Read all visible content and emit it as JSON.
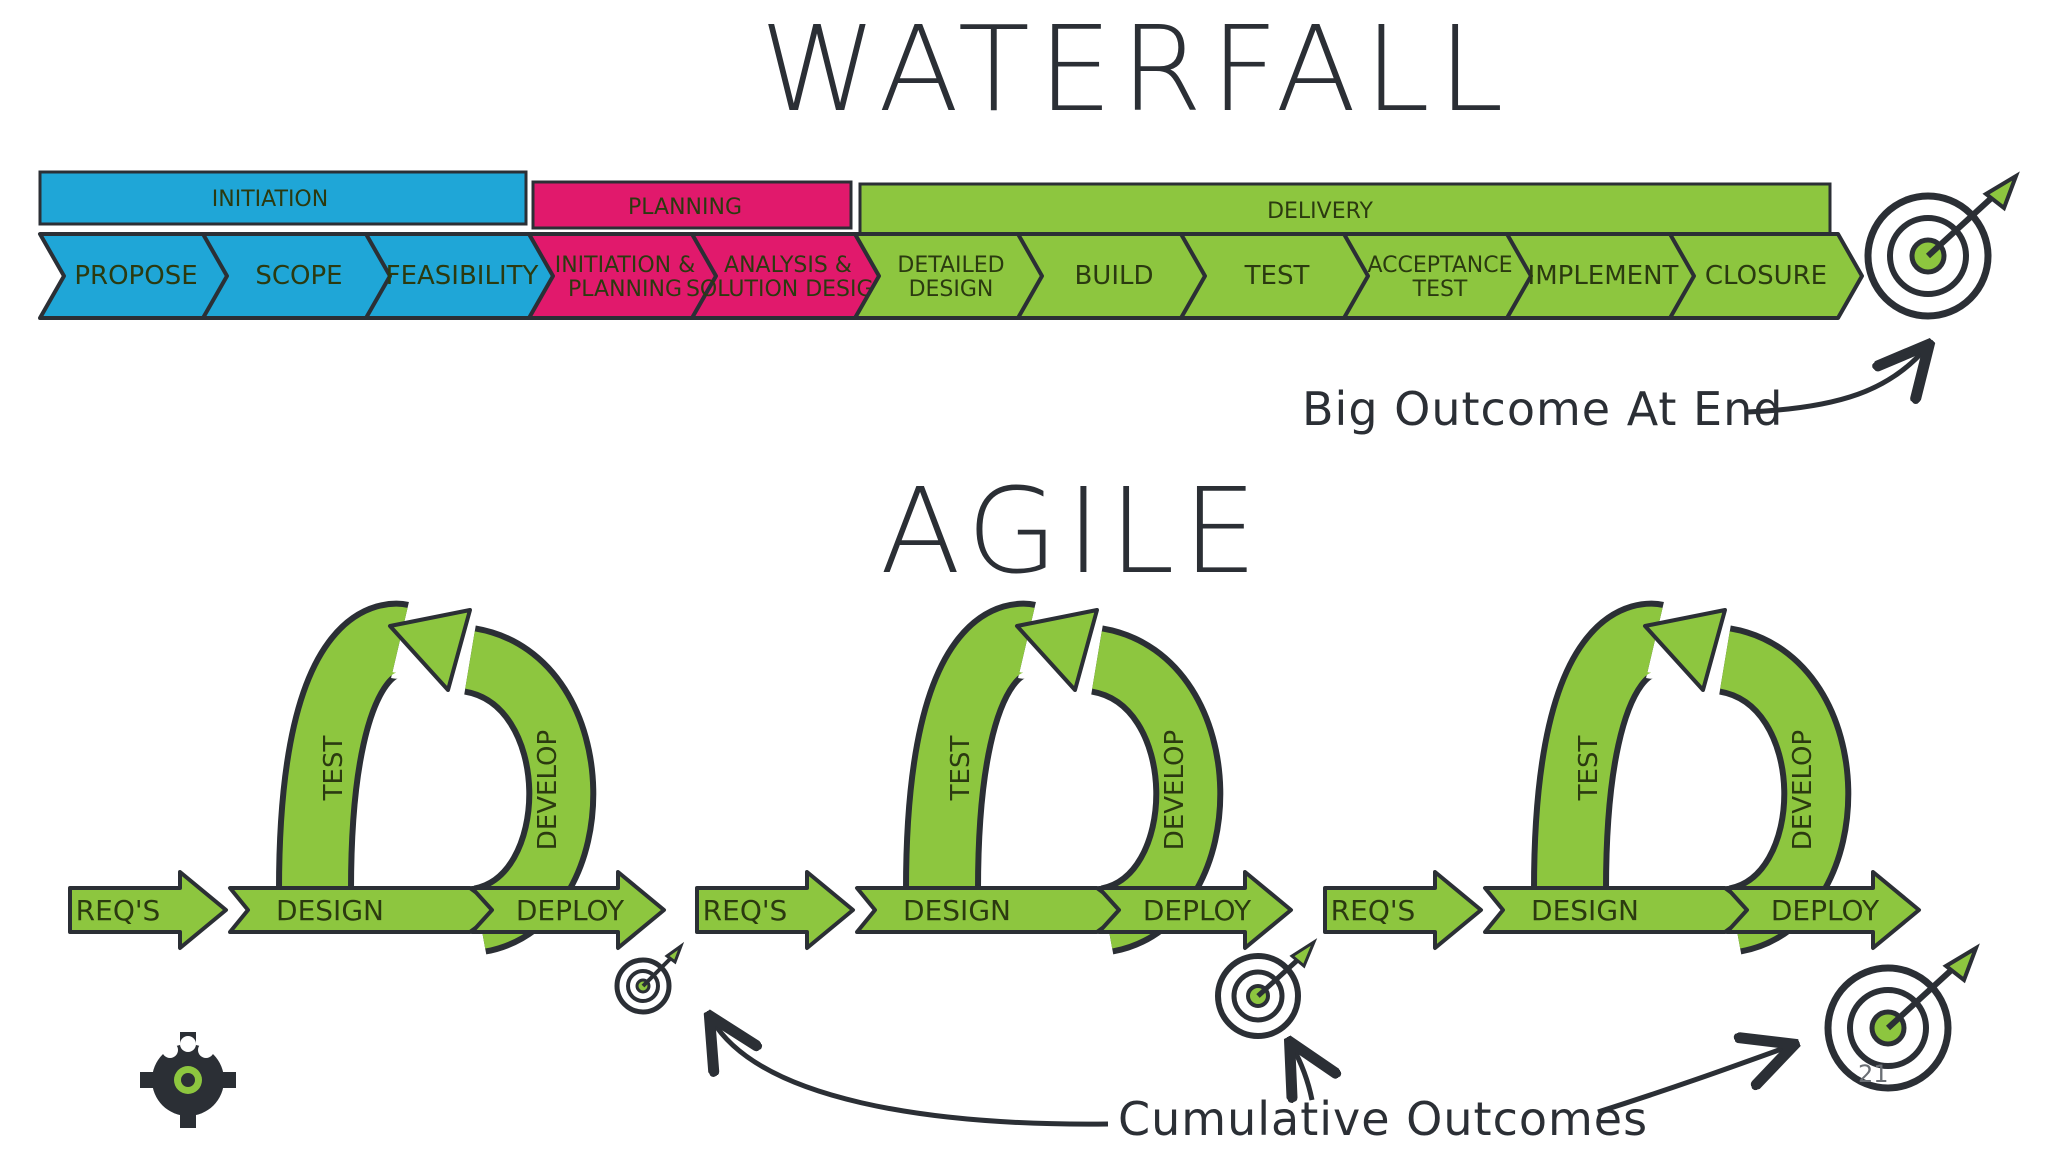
{
  "waterfall": {
    "title": "WATERFALL",
    "phases": [
      {
        "label": "INITIATION",
        "color": "#1fa6d7"
      },
      {
        "label": "PLANNING",
        "color": "#e1196c"
      },
      {
        "label": "DELIVERY",
        "color": "#8dc63f"
      }
    ],
    "steps": [
      {
        "lines": [
          "PROPOSE"
        ],
        "color": "#1fa6d7"
      },
      {
        "lines": [
          "SCOPE"
        ],
        "color": "#1fa6d7"
      },
      {
        "lines": [
          "FEASIBILITY"
        ],
        "color": "#1fa6d7"
      },
      {
        "lines": [
          "INITIATION &",
          "PLANNING"
        ],
        "color": "#e1196c"
      },
      {
        "lines": [
          "ANALYSIS &",
          "SOLUTION DESIGN"
        ],
        "color": "#e1196c"
      },
      {
        "lines": [
          "DETAILED",
          "DESIGN"
        ],
        "color": "#8dc63f"
      },
      {
        "lines": [
          "BUILD"
        ],
        "color": "#8dc63f"
      },
      {
        "lines": [
          "TEST"
        ],
        "color": "#8dc63f"
      },
      {
        "lines": [
          "ACCEPTANCE",
          "TEST"
        ],
        "color": "#8dc63f"
      },
      {
        "lines": [
          "IMPLEMENT"
        ],
        "color": "#8dc63f"
      },
      {
        "lines": [
          "CLOSURE"
        ],
        "color": "#8dc63f"
      }
    ],
    "outcome_caption": "Big Outcome At End"
  },
  "agile": {
    "title": "AGILE",
    "cycles": [
      {
        "reqs": "REQ'S",
        "design": "DESIGN",
        "test": "TEST",
        "develop": "DEVELOP",
        "deploy": "DEPLOY"
      },
      {
        "reqs": "REQ'S",
        "design": "DESIGN",
        "test": "TEST",
        "develop": "DEVELOP",
        "deploy": "DEPLOY"
      },
      {
        "reqs": "REQ'S",
        "design": "DESIGN",
        "test": "TEST",
        "develop": "DEVELOP",
        "deploy": "DEPLOY"
      }
    ],
    "outcomes_caption": "Cumulative Outcomes"
  },
  "colors": {
    "blue": "#1fa6d7",
    "pink": "#e1196c",
    "green": "#8dc63f",
    "ink": "#2b2f35"
  },
  "icons": [
    "target-icon",
    "team-gear-logo"
  ],
  "page_number": "21"
}
